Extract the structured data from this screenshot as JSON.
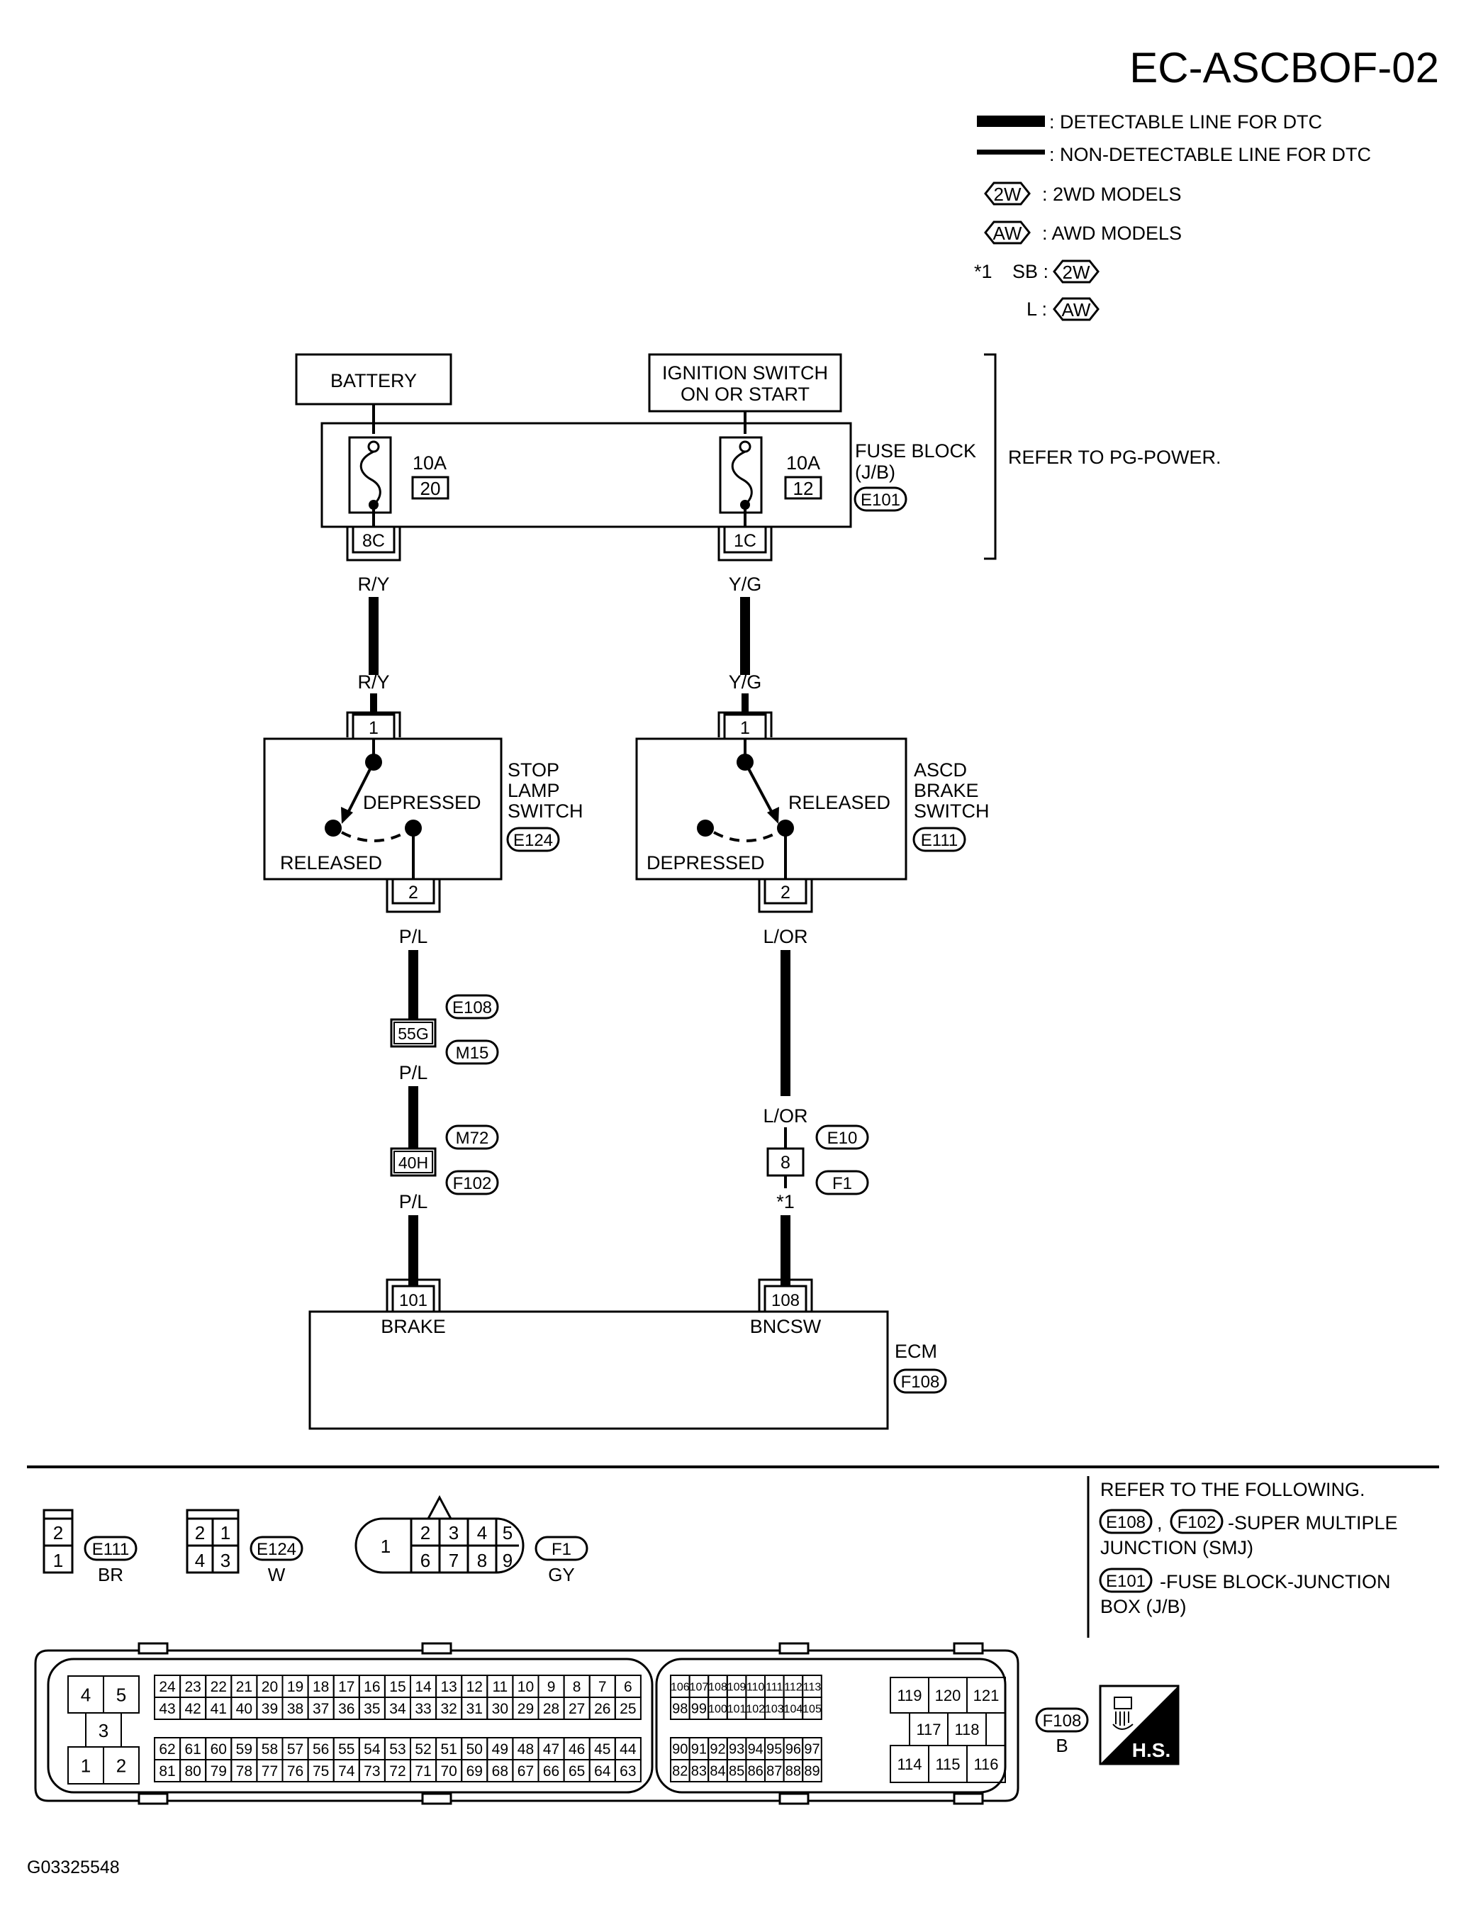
{
  "header": {
    "title": "EC-ASCBOF-02",
    "legend": {
      "detectable": ": DETECTABLE LINE FOR DTC",
      "non_detectable": ": NON-DETECTABLE LINE FOR DTC",
      "two_wd_badge": "2W",
      "two_wd_text": ": 2WD MODELS",
      "awd_badge": "AW",
      "awd_text": ": AWD MODELS",
      "note_star": "*1",
      "note_sb": "SB :",
      "note_l": "L :"
    }
  },
  "power": {
    "battery": "BATTERY",
    "ignition_line1": "IGNITION SWITCH",
    "ignition_line2": "ON OR START",
    "fuse_left_amp": "10A",
    "fuse_left_no": "20",
    "fuse_right_amp": "10A",
    "fuse_right_no": "12",
    "fuse_block_line1": "FUSE BLOCK",
    "fuse_block_line2": "(J/B)",
    "fuse_block_conn": "E101",
    "refer": "REFER TO PG-POWER.",
    "term_left": "8C",
    "term_right": "1C"
  },
  "wires": {
    "ry_top": "R/Y",
    "ry_bottom": "R/Y",
    "yg_top": "Y/G",
    "yg_bottom": "Y/G",
    "pl_1": "P/L",
    "pl_2": "P/L",
    "pl_3": "P/L",
    "lor_1": "L/OR",
    "lor_2": "L/OR",
    "star_1": "*1"
  },
  "stop_switch": {
    "pin_in": "1",
    "pin_out": "2",
    "depressed": "DEPRESSED",
    "released": "RELEASED",
    "name1": "STOP",
    "name2": "LAMP",
    "name3": "SWITCH",
    "conn": "E124"
  },
  "ascd_switch": {
    "pin_in": "1",
    "pin_out": "2",
    "released": "RELEASED",
    "depressed": "DEPRESSED",
    "name1": "ASCD",
    "name2": "BRAKE",
    "name3": "SWITCH",
    "conn": "E111"
  },
  "junctions": {
    "j1_pin": "55G",
    "j1_conn_a": "E108",
    "j1_conn_b": "M15",
    "j2_pin": "40H",
    "j2_conn_a": "M72",
    "j2_conn_b": "F102",
    "j3_pin": "8",
    "j3_conn_a": "E10",
    "j3_conn_b": "F1"
  },
  "ecm": {
    "pin_brake": "101",
    "pin_bncsw": "108",
    "label_brake": "BRAKE",
    "label_bncsw": "BNCSW",
    "name": "ECM",
    "conn": "F108"
  },
  "connectors": {
    "e111": {
      "conn": "E111",
      "color": "BR",
      "pins": [
        "2",
        "1"
      ]
    },
    "e124": {
      "conn": "E124",
      "color": "W",
      "pins": [
        "2",
        "1",
        "4",
        "3"
      ]
    },
    "f1": {
      "conn": "F1",
      "color": "GY",
      "pins": [
        "1",
        "2",
        "3",
        "4",
        "5",
        "6",
        "7",
        "8",
        "9"
      ]
    },
    "f108": {
      "conn": "F108",
      "color": "B"
    },
    "hs_label": "H.S."
  },
  "refer_box": {
    "line1": "REFER TO THE FOLLOWING.",
    "conn_a": "E108",
    "comma": ",",
    "conn_b": "F102",
    "line2": "-SUPER MULTIPLE",
    "line3": "JUNCTION (SMJ)",
    "conn_c": "E101",
    "line4": "-FUSE BLOCK-JUNCTION",
    "line5": "BOX (J/B)"
  },
  "footer": {
    "code": "G03325548"
  }
}
